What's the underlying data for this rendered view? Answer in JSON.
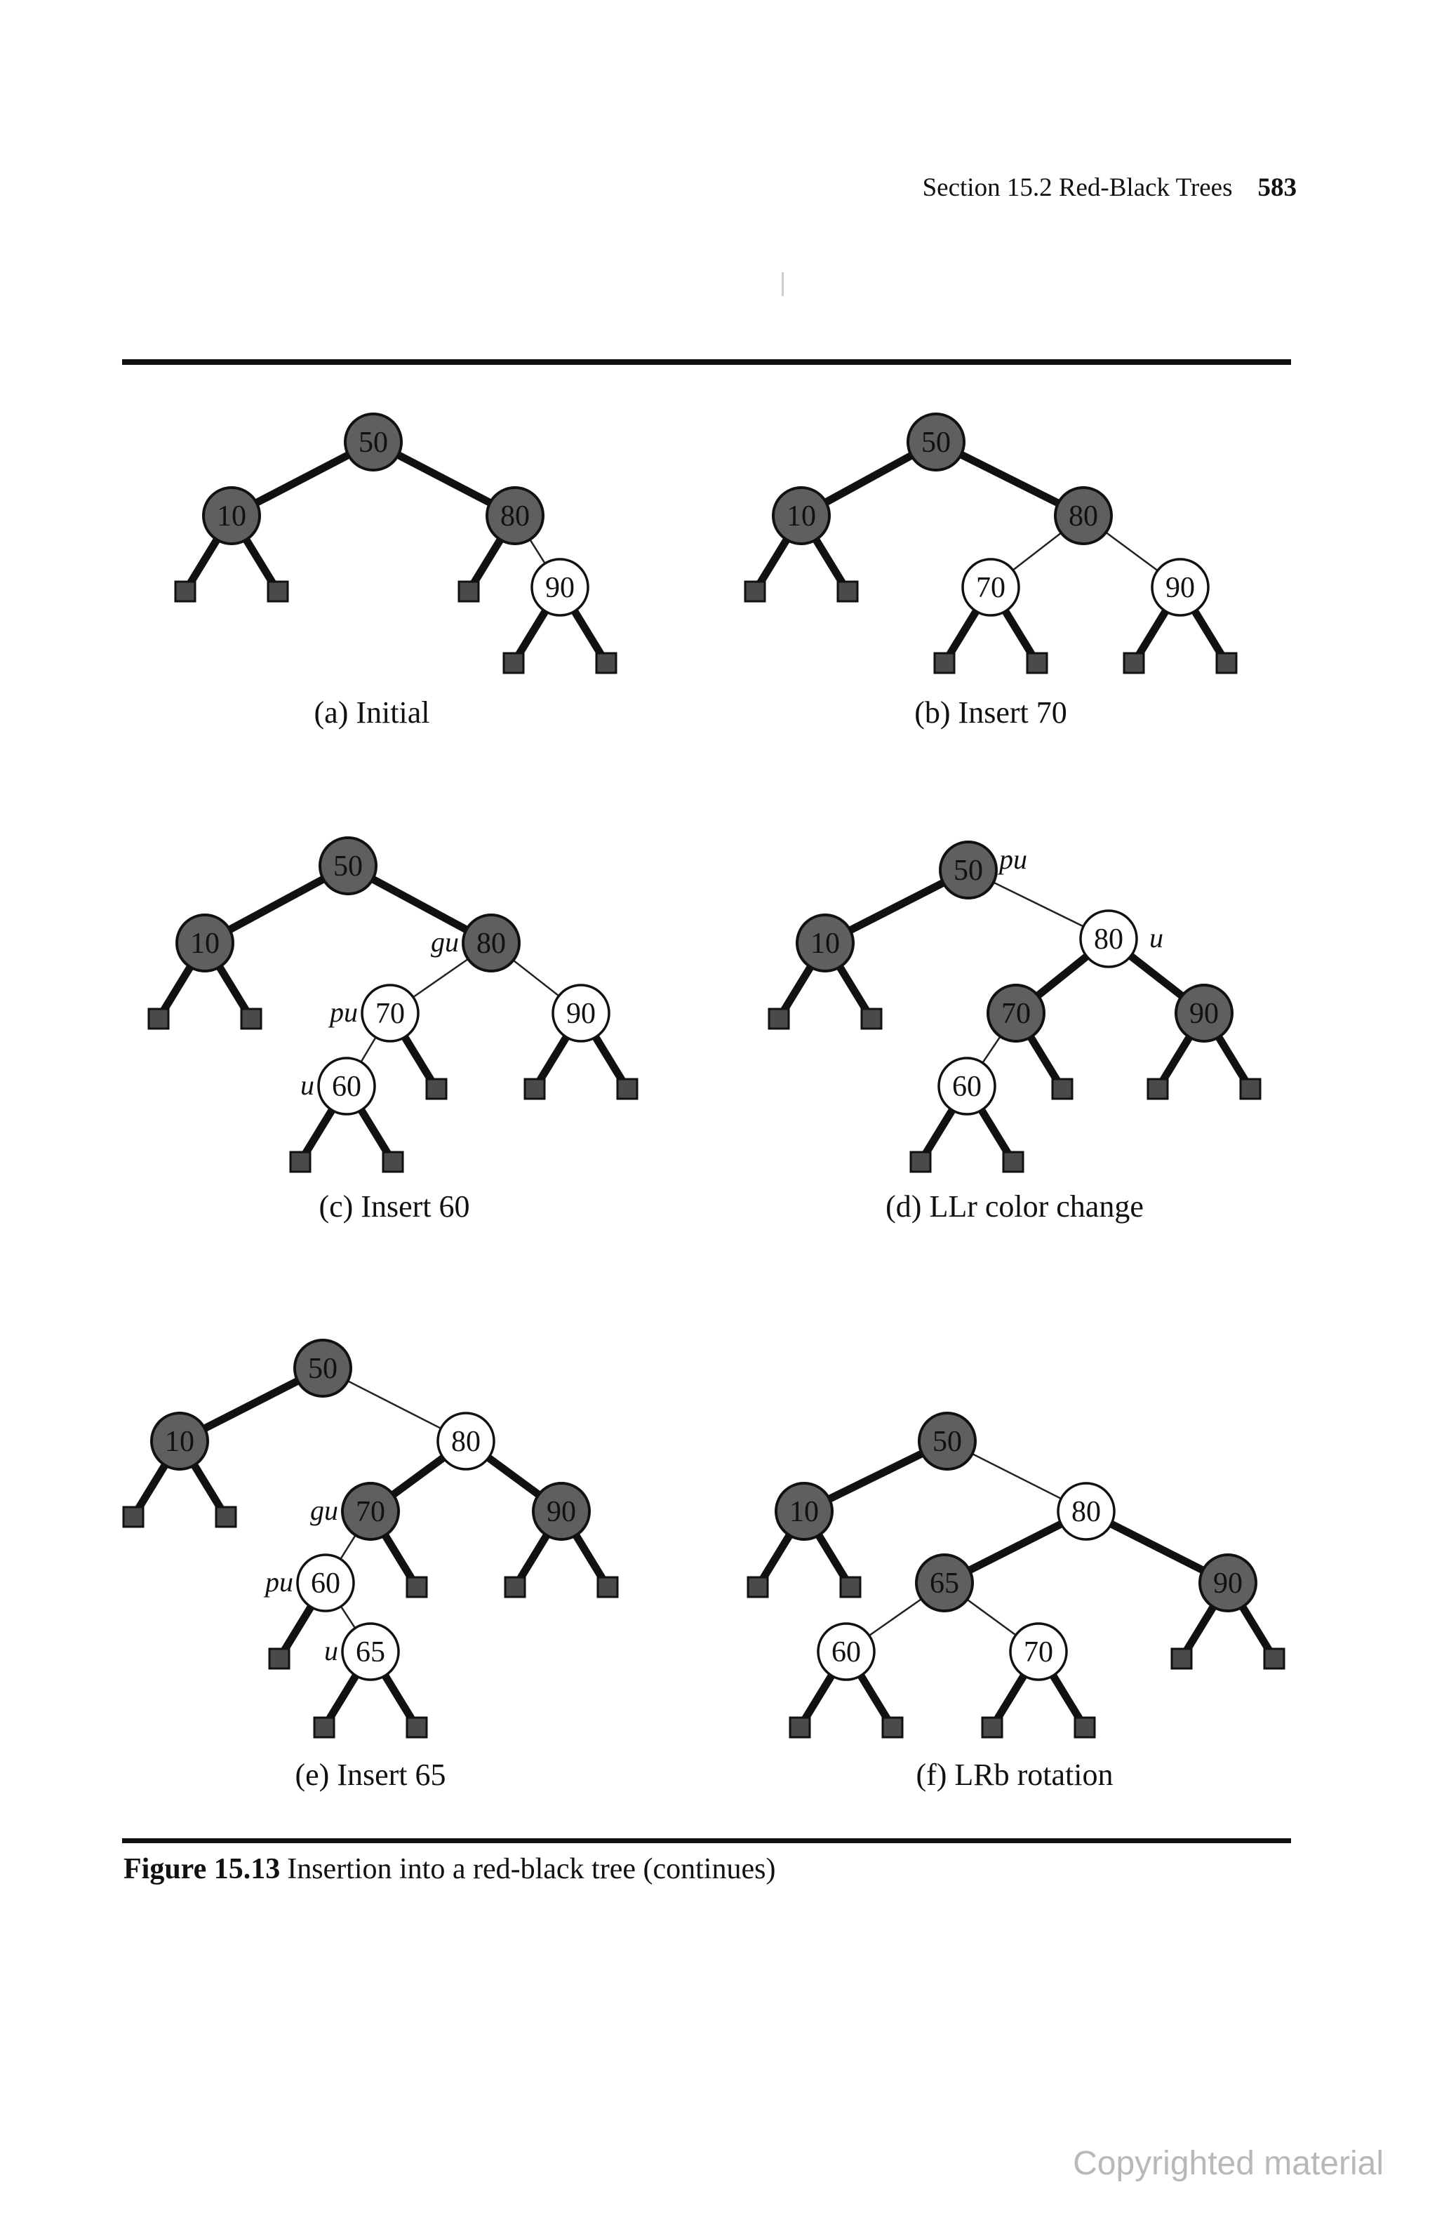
{
  "header": {
    "section": "Section 15.2 Red-Black Trees",
    "page": "583"
  },
  "figure": {
    "number": "Figure 15.13",
    "caption": "Insertion into a red-black tree (continues)"
  },
  "watermark": "Copyrighted material",
  "panels": [
    {
      "id": "a",
      "caption": "(a) Initial",
      "nodes": [
        {
          "id": "n50",
          "key": "50",
          "color": "black"
        },
        {
          "id": "n10",
          "key": "10",
          "color": "black"
        },
        {
          "id": "n80",
          "key": "80",
          "color": "black"
        },
        {
          "id": "n90",
          "key": "90",
          "color": "red"
        }
      ],
      "edges": [
        [
          "n50",
          "n10",
          "black"
        ],
        [
          "n50",
          "n80",
          "black"
        ],
        [
          "n80",
          "n90",
          "red"
        ]
      ],
      "leaves": [
        [
          "n10",
          "left"
        ],
        [
          "n10",
          "right"
        ],
        [
          "n80",
          "left"
        ],
        [
          "n90",
          "left"
        ],
        [
          "n90",
          "right"
        ]
      ],
      "labels": []
    },
    {
      "id": "b",
      "caption": "(b) Insert 70",
      "nodes": [
        {
          "id": "n50",
          "key": "50",
          "color": "black"
        },
        {
          "id": "n10",
          "key": "10",
          "color": "black"
        },
        {
          "id": "n80",
          "key": "80",
          "color": "black"
        },
        {
          "id": "n70",
          "key": "70",
          "color": "red"
        },
        {
          "id": "n90",
          "key": "90",
          "color": "red"
        }
      ],
      "edges": [
        [
          "n50",
          "n10",
          "black"
        ],
        [
          "n50",
          "n80",
          "black"
        ],
        [
          "n80",
          "n70",
          "red"
        ],
        [
          "n80",
          "n90",
          "red"
        ]
      ],
      "leaves": [
        [
          "n10",
          "left"
        ],
        [
          "n10",
          "right"
        ],
        [
          "n70",
          "left"
        ],
        [
          "n70",
          "right"
        ],
        [
          "n90",
          "left"
        ],
        [
          "n90",
          "right"
        ]
      ],
      "labels": []
    },
    {
      "id": "c",
      "caption": "(c) Insert 60",
      "nodes": [
        {
          "id": "n50",
          "key": "50",
          "color": "black"
        },
        {
          "id": "n10",
          "key": "10",
          "color": "black"
        },
        {
          "id": "n80",
          "key": "80",
          "color": "black"
        },
        {
          "id": "n70",
          "key": "70",
          "color": "red"
        },
        {
          "id": "n90",
          "key": "90",
          "color": "red"
        },
        {
          "id": "n60",
          "key": "60",
          "color": "red"
        }
      ],
      "edges": [
        [
          "n50",
          "n10",
          "black"
        ],
        [
          "n50",
          "n80",
          "black"
        ],
        [
          "n80",
          "n70",
          "red"
        ],
        [
          "n80",
          "n90",
          "red"
        ],
        [
          "n70",
          "n60",
          "red"
        ]
      ],
      "leaves": [
        [
          "n10",
          "left"
        ],
        [
          "n10",
          "right"
        ],
        [
          "n70",
          "right"
        ],
        [
          "n90",
          "left"
        ],
        [
          "n90",
          "right"
        ],
        [
          "n60",
          "left"
        ],
        [
          "n60",
          "right"
        ]
      ],
      "labels": [
        {
          "node": "n80",
          "text": "gu",
          "side": "left"
        },
        {
          "node": "n70",
          "text": "pu",
          "side": "left"
        },
        {
          "node": "n60",
          "text": "u",
          "side": "left"
        }
      ]
    },
    {
      "id": "d",
      "caption": "(d) LLr color change",
      "nodes": [
        {
          "id": "n50",
          "key": "50",
          "color": "black"
        },
        {
          "id": "n10",
          "key": "10",
          "color": "black"
        },
        {
          "id": "n80",
          "key": "80",
          "color": "red"
        },
        {
          "id": "n70",
          "key": "70",
          "color": "black"
        },
        {
          "id": "n90",
          "key": "90",
          "color": "black"
        },
        {
          "id": "n60",
          "key": "60",
          "color": "red"
        }
      ],
      "edges": [
        [
          "n50",
          "n10",
          "black"
        ],
        [
          "n50",
          "n80",
          "red"
        ],
        [
          "n80",
          "n70",
          "black"
        ],
        [
          "n80",
          "n90",
          "black"
        ],
        [
          "n70",
          "n60",
          "red"
        ]
      ],
      "leaves": [
        [
          "n10",
          "left"
        ],
        [
          "n10",
          "right"
        ],
        [
          "n70",
          "right"
        ],
        [
          "n90",
          "left"
        ],
        [
          "n90",
          "right"
        ],
        [
          "n60",
          "left"
        ],
        [
          "n60",
          "right"
        ]
      ],
      "labels": [
        {
          "node": "n50",
          "text": "pu",
          "side": "right"
        },
        {
          "node": "n80",
          "text": "u",
          "side": "right"
        }
      ]
    },
    {
      "id": "e",
      "caption": "(e) Insert 65",
      "nodes": [
        {
          "id": "n50",
          "key": "50",
          "color": "black"
        },
        {
          "id": "n10",
          "key": "10",
          "color": "black"
        },
        {
          "id": "n80",
          "key": "80",
          "color": "red"
        },
        {
          "id": "n70",
          "key": "70",
          "color": "black"
        },
        {
          "id": "n90",
          "key": "90",
          "color": "black"
        },
        {
          "id": "n60",
          "key": "60",
          "color": "red"
        },
        {
          "id": "n65",
          "key": "65",
          "color": "red"
        }
      ],
      "edges": [
        [
          "n50",
          "n10",
          "black"
        ],
        [
          "n50",
          "n80",
          "red"
        ],
        [
          "n80",
          "n70",
          "black"
        ],
        [
          "n80",
          "n90",
          "black"
        ],
        [
          "n70",
          "n60",
          "red"
        ],
        [
          "n60",
          "n65",
          "red"
        ]
      ],
      "leaves": [
        [
          "n10",
          "left"
        ],
        [
          "n10",
          "right"
        ],
        [
          "n70",
          "right"
        ],
        [
          "n90",
          "left"
        ],
        [
          "n90",
          "right"
        ],
        [
          "n60",
          "left"
        ],
        [
          "n65",
          "left"
        ],
        [
          "n65",
          "right"
        ]
      ],
      "labels": [
        {
          "node": "n70",
          "text": "gu",
          "side": "left"
        },
        {
          "node": "n60",
          "text": "pu",
          "side": "left"
        },
        {
          "node": "n65",
          "text": "u",
          "side": "left"
        }
      ]
    },
    {
      "id": "f",
      "caption": "(f) LRb rotation",
      "nodes": [
        {
          "id": "n50",
          "key": "50",
          "color": "black"
        },
        {
          "id": "n10",
          "key": "10",
          "color": "black"
        },
        {
          "id": "n80",
          "key": "80",
          "color": "red"
        },
        {
          "id": "n65",
          "key": "65",
          "color": "black"
        },
        {
          "id": "n90",
          "key": "90",
          "color": "black"
        },
        {
          "id": "n60",
          "key": "60",
          "color": "red"
        },
        {
          "id": "n70",
          "key": "70",
          "color": "red"
        }
      ],
      "edges": [
        [
          "n50",
          "n10",
          "black"
        ],
        [
          "n50",
          "n80",
          "red"
        ],
        [
          "n80",
          "n65",
          "black"
        ],
        [
          "n80",
          "n90",
          "black"
        ],
        [
          "n65",
          "n60",
          "red"
        ],
        [
          "n65",
          "n70",
          "red"
        ]
      ],
      "leaves": [
        [
          "n10",
          "left"
        ],
        [
          "n10",
          "right"
        ],
        [
          "n90",
          "left"
        ],
        [
          "n90",
          "right"
        ],
        [
          "n60",
          "left"
        ],
        [
          "n60",
          "right"
        ],
        [
          "n70",
          "left"
        ],
        [
          "n70",
          "right"
        ]
      ],
      "labels": []
    }
  ]
}
